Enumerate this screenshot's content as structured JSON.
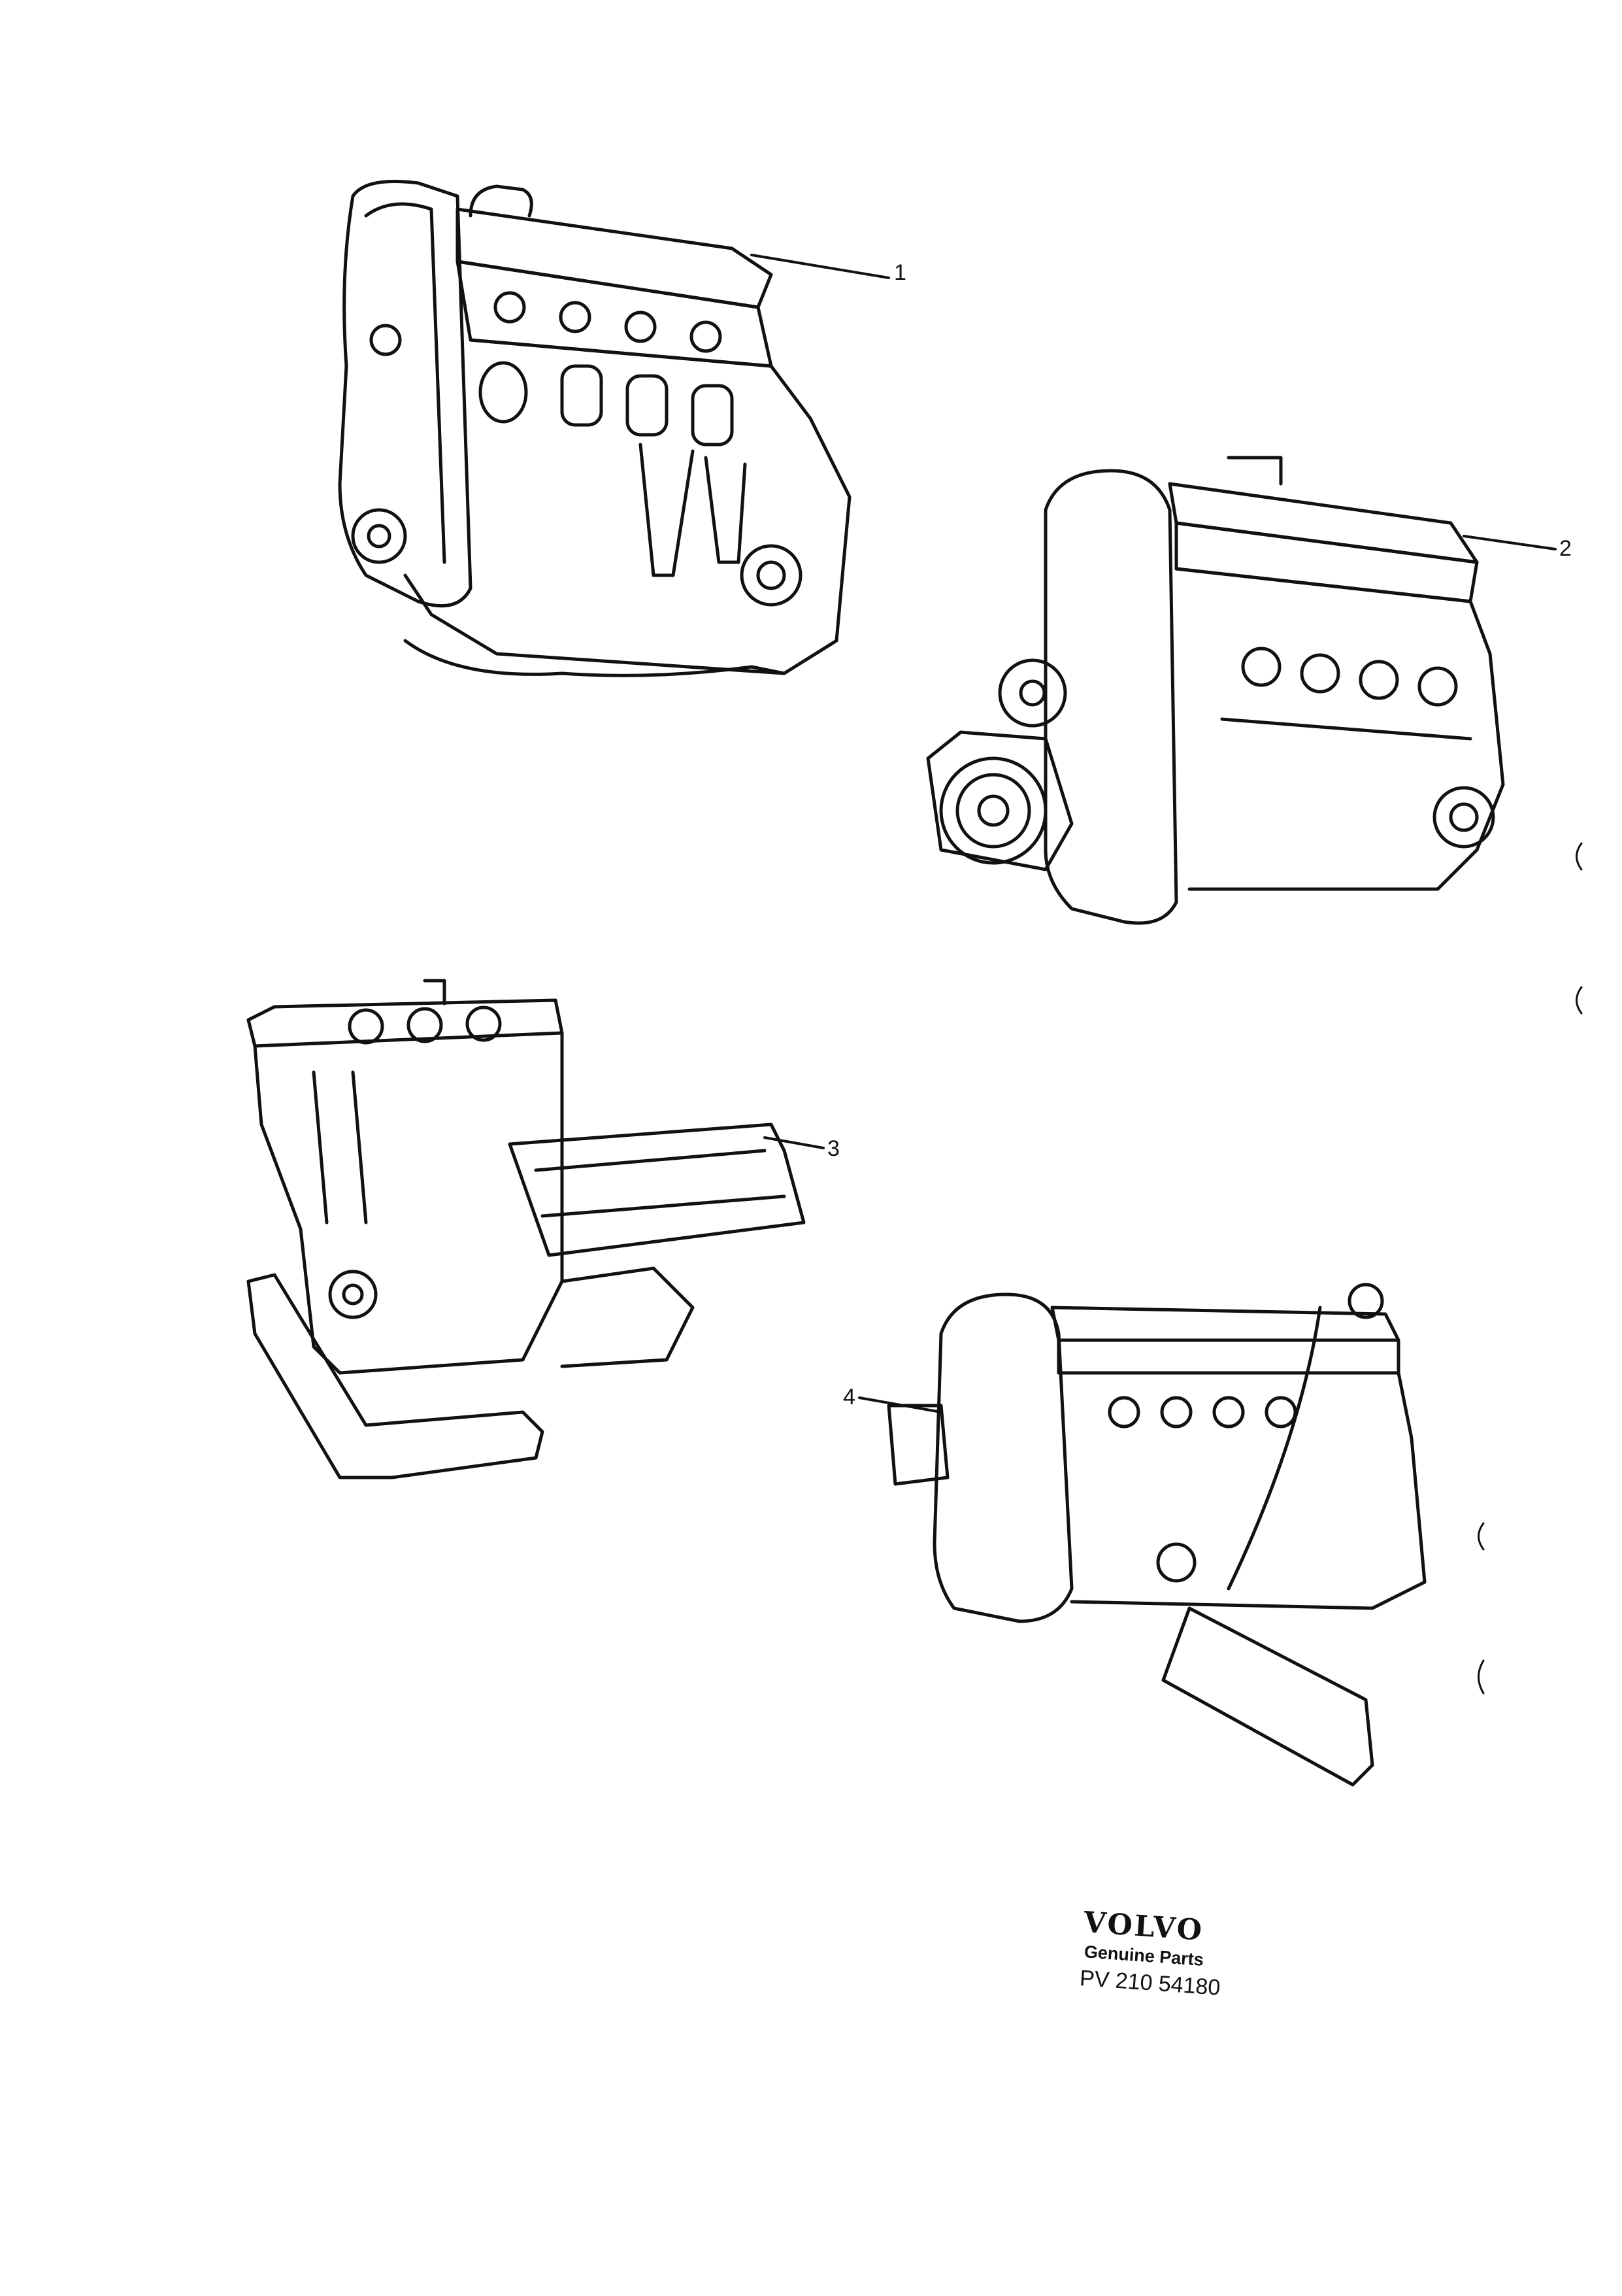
{
  "diagram": {
    "callouts": [
      {
        "id": "1",
        "label": "1"
      },
      {
        "id": "2",
        "label": "2"
      },
      {
        "id": "3",
        "label": "3"
      },
      {
        "id": "4",
        "label": "4"
      }
    ]
  },
  "brand": {
    "logo": "VOLVO",
    "tagline": "Genuine Parts",
    "reference": "PV 210 54180"
  },
  "colors": {
    "ink": "#111111",
    "paper": "#ffffff"
  }
}
